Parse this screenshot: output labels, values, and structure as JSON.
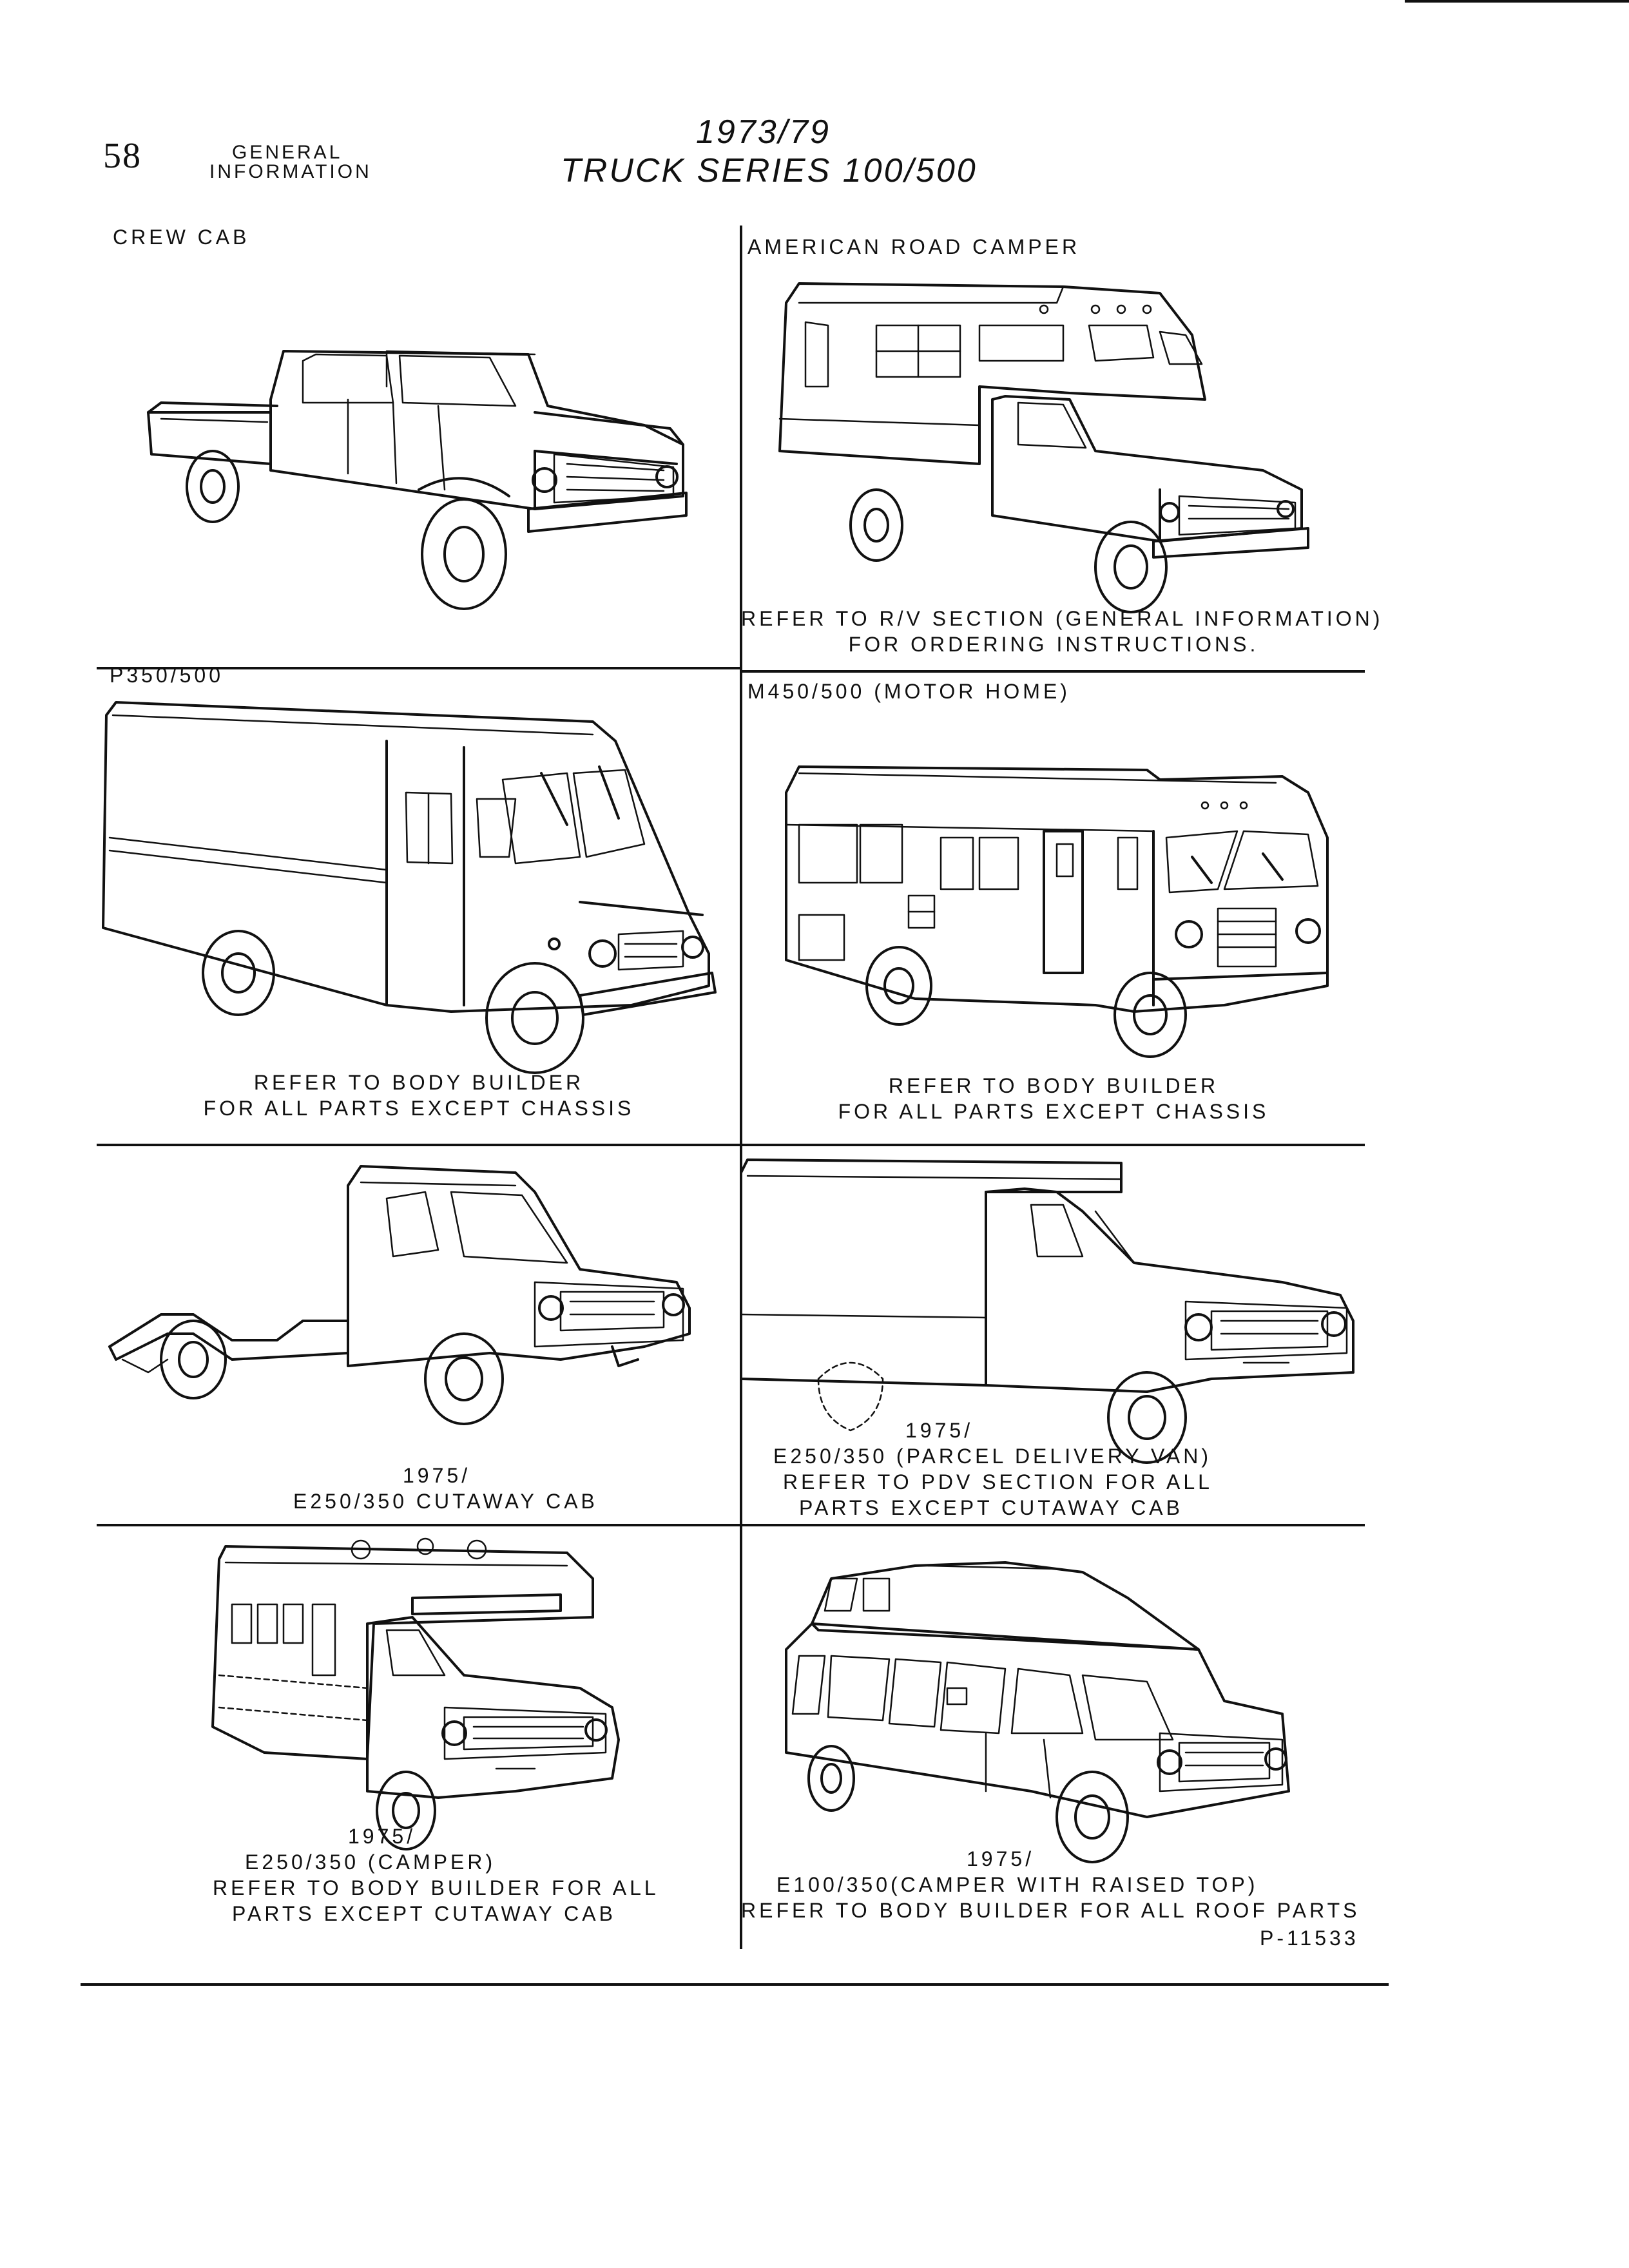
{
  "header": {
    "page_number": "58",
    "section_line1": "GENERAL",
    "section_line2": "INFORMATION",
    "years": "1973/79",
    "series": "TRUCK SERIES 100/500"
  },
  "cells": {
    "crew_cab": {
      "label": "CREW CAB"
    },
    "american_road_camper": {
      "label": "AMERICAN ROAD CAMPER",
      "caption1": "REFER TO R/V SECTION (GENERAL INFORMATION)",
      "caption2": "FOR ORDERING INSTRUCTIONS."
    },
    "p350": {
      "label": "P350/500",
      "caption1": "REFER TO BODY BUILDER",
      "caption2": "FOR ALL PARTS EXCEPT CHASSIS"
    },
    "m450": {
      "label": "M450/500 (MOTOR HOME)",
      "caption1": "REFER TO BODY BUILDER",
      "caption2": "FOR ALL PARTS EXCEPT CHASSIS"
    },
    "cutaway": {
      "year": "1975/",
      "caption": "E250/350 CUTAWAY CAB"
    },
    "parcel_van": {
      "year": "1975/",
      "caption1": "E250/350 (PARCEL DELIVERY VAN)",
      "caption2": "REFER TO PDV SECTION FOR ALL",
      "caption3": "PARTS EXCEPT CUTAWAY CAB"
    },
    "camper": {
      "year": "1975/",
      "caption1": "E250/350 (CAMPER)",
      "caption2": "REFER TO BODY BUILDER FOR ALL",
      "caption3": "PARTS EXCEPT CUTAWAY CAB"
    },
    "raised_top": {
      "year": "1975/",
      "caption1": "E100/350(CAMPER WITH RAISED TOP)",
      "caption2": "REFER TO BODY BUILDER FOR ALL ROOF PARTS"
    }
  },
  "footer": {
    "figure_number": "P-11533"
  }
}
